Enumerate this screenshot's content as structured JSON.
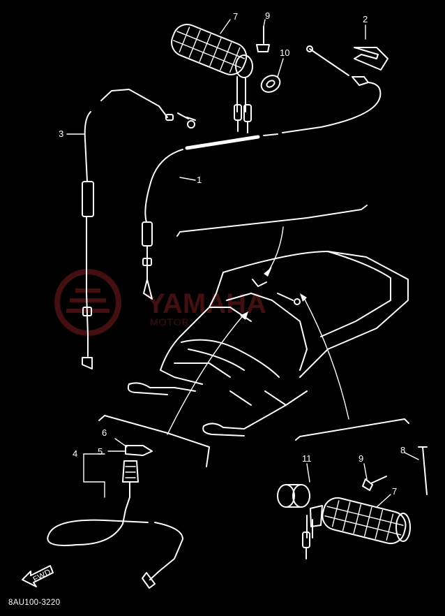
{
  "watermark": {
    "text": "YAMAHA",
    "sub": "MOTOR"
  },
  "colors": {
    "background": "#000000",
    "lines": "#ffffff",
    "watermark": "#5a1416"
  },
  "callouts": {
    "c1": "1",
    "c2": "2",
    "c3": "3",
    "c4": "4",
    "c5": "5",
    "c6": "6",
    "c7_top": "7",
    "c7_bottom": "7",
    "c8": "8",
    "c9_top": "9",
    "c9_bottom": "9",
    "c10": "10",
    "c11": "11"
  },
  "fwd_label": "FWD",
  "diagram_code": "8AU100-3220"
}
